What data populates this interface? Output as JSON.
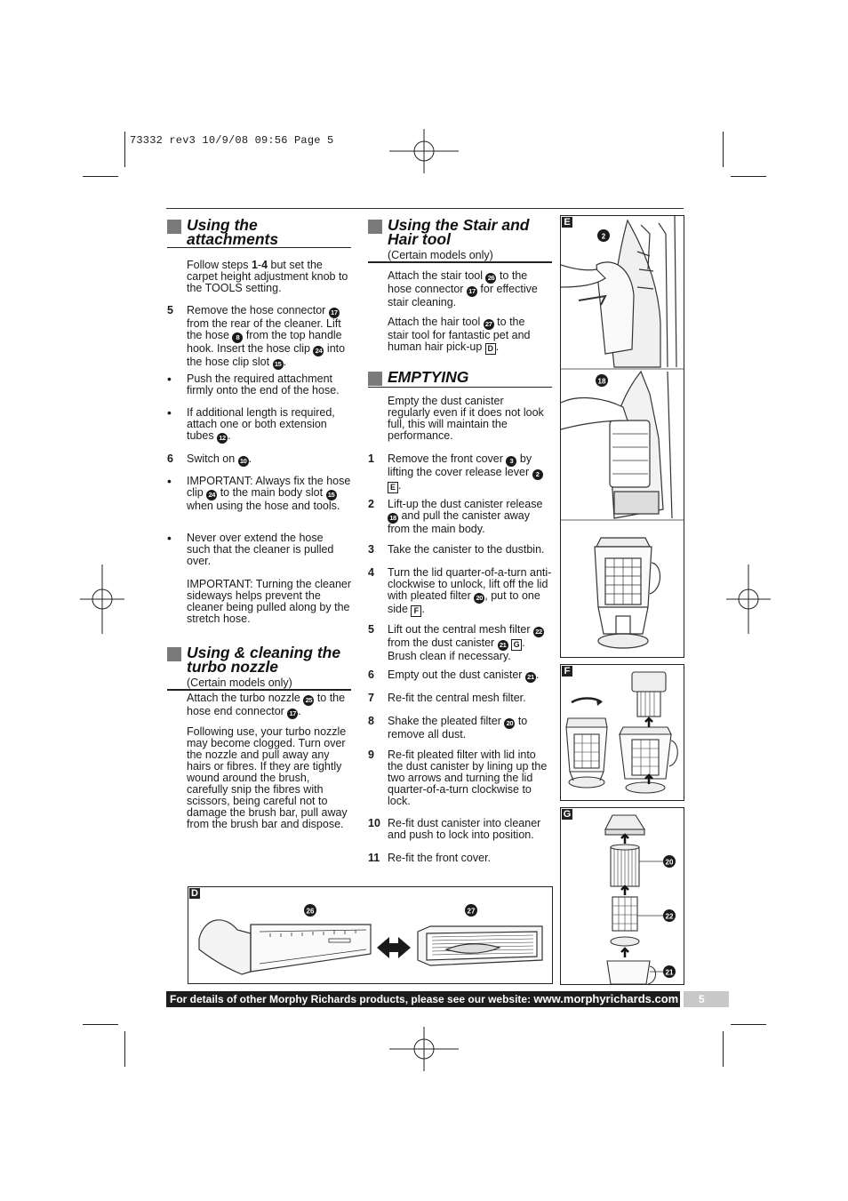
{
  "slug": "73332 rev3  10/9/08  09:56  Page 5",
  "col1": {
    "h1": "Using the attachments",
    "p_intro_a": "Follow steps ",
    "p_intro_b": "1",
    "p_intro_c": "-",
    "p_intro_d": "4",
    "p_intro_e": " but set the carpet height adjustment knob to the TOOLS setting.",
    "n5": "5",
    "s5": [
      "Remove the hose connector ",
      "17",
      " from the rear of the cleaner. Lift the hose ",
      "8",
      " from the top handle hook. Insert the hose clip ",
      "24",
      " into the hose clip slot ",
      "15",
      "."
    ],
    "bullet": "•",
    "b1": "Push the required attachment firmly onto the end of the hose.",
    "b2": [
      "If additional length is required, attach one or both extension tubes ",
      "12",
      "."
    ],
    "n6": "6",
    "s6": [
      "Switch on ",
      "10",
      "."
    ],
    "b3": [
      "IMPORTANT: Always fix the hose clip ",
      "24",
      " to the main body slot ",
      "15",
      " when using the hose and tools."
    ],
    "b4": "Never over extend the hose such that the cleaner is pulled over.",
    "important2": "IMPORTANT: Turning the cleaner sideways helps prevent the cleaner being pulled along by the stretch hose.",
    "h2": "Using & cleaning the turbo nozzle",
    "h2_note": "(Certain models only)",
    "t1": [
      "Attach the turbo nozzle ",
      "25",
      " to the hose end connector ",
      "17",
      "."
    ],
    "t2": "Following use, your turbo nozzle may become clogged. Turn over the nozzle and pull away any hairs or fibres. If they are tightly wound around the brush, carefully snip the fibres with scissors, being careful not to damage the brush bar, pull away from the brush bar and dispose."
  },
  "col2": {
    "h3": "Using the Stair and Hair tool",
    "h3_note": "(Certain models only)",
    "st1": [
      "Attach the stair tool ",
      "26",
      " to the hose connector ",
      "17",
      " for effective stair cleaning."
    ],
    "st2": [
      "Attach the hair tool ",
      "27",
      " to the stair tool for fantastic pet and human hair pick-up ",
      "D",
      "."
    ],
    "h4": "EMPTYING",
    "e_intro": "Empty the dust canister regularly even if it does not look full, this will maintain the performance.",
    "steps": [
      {
        "n": "1",
        "t": [
          "Remove the front cover ",
          "3",
          " by lifting the cover release lever ",
          "2",
          " ",
          "E",
          "."
        ]
      },
      {
        "n": "2",
        "t": [
          "Lift-up the dust canister release ",
          "18",
          " and pull the canister away from the main body."
        ]
      },
      {
        "n": "3",
        "t": [
          "Take the canister to the dustbin."
        ]
      },
      {
        "n": "4",
        "t": [
          "Turn the lid quarter-of-a-turn anti-clockwise to unlock, lift off the lid with pleated filter ",
          "20",
          ", put to one side ",
          "F",
          "."
        ]
      },
      {
        "n": "5",
        "t": [
          "Lift out the central mesh filter ",
          "22",
          " from the dust canister ",
          "21",
          " ",
          "G",
          ". Brush clean if necessary."
        ]
      },
      {
        "n": "6",
        "t": [
          "Empty out the dust canister ",
          "21",
          "."
        ]
      },
      {
        "n": "7",
        "t": [
          "Re-fit the central mesh filter."
        ]
      },
      {
        "n": "8",
        "t": [
          "Shake the pleated filter ",
          "20",
          " to remove all dust."
        ]
      },
      {
        "n": "9",
        "t": [
          "Re-fit pleated filter with lid into the dust canister by lining up the two arrows and turning the lid quarter-of-a-turn clockwise to lock."
        ]
      },
      {
        "n": "10",
        "t": [
          "Re-fit dust canister into cleaner and push to lock into position."
        ]
      },
      {
        "n": "11",
        "t": [
          "Re-fit the front cover."
        ]
      }
    ]
  },
  "figures": {
    "E": {
      "label": "E",
      "callout_a": "2",
      "callout_b": "18"
    },
    "F": {
      "label": "F"
    },
    "G": {
      "label": "G",
      "callout_20": "20",
      "callout_22": "22",
      "callout_21": "21"
    },
    "D": {
      "label": "D",
      "callout_26": "26",
      "callout_27": "27"
    }
  },
  "footer": {
    "text": "For details of other Morphy Richards products, please see our website: ",
    "url": "www.morphyrichards.com",
    "page": "5"
  }
}
